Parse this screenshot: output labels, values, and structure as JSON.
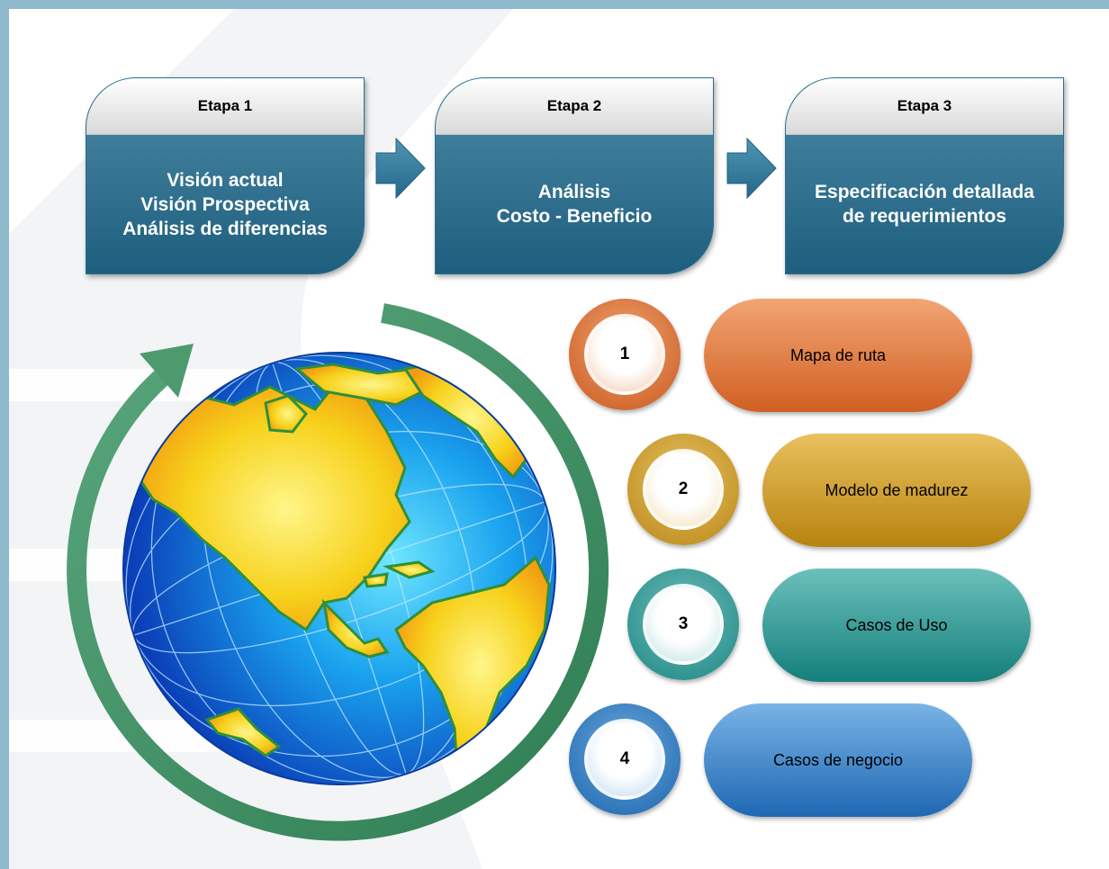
{
  "stages": [
    {
      "title": "Etapa 1",
      "lines": [
        "Visión actual",
        "Visión Prospectiva",
        "Análisis de diferencias"
      ]
    },
    {
      "title": "Etapa 2",
      "lines": [
        "Análisis",
        "Costo - Beneficio"
      ]
    },
    {
      "title": "Etapa 3",
      "lines": [
        "Especificación detallada",
        "de requerimientos"
      ]
    }
  ],
  "deliverables": [
    {
      "number": "1",
      "label": "Mapa de ruta",
      "color": "#d8652a"
    },
    {
      "number": "2",
      "label": "Modelo de madurez",
      "color": "#c4921a"
    },
    {
      "number": "3",
      "label": "Casos de Uso",
      "color": "#1e8a86"
    },
    {
      "number": "4",
      "label": "Casos de negocio",
      "color": "#2470b8"
    }
  ],
  "colors": {
    "frame": "#8fb9cc",
    "stage_body": "#2e6f8e",
    "cycle_arrow": "#3d8a5e",
    "ocean": "#1f8de0",
    "land": "#f5c518"
  },
  "icons": {
    "stage_connector": "chevron-right-arrow",
    "cycle": "circular-arrow",
    "globe": "globe-icon"
  }
}
